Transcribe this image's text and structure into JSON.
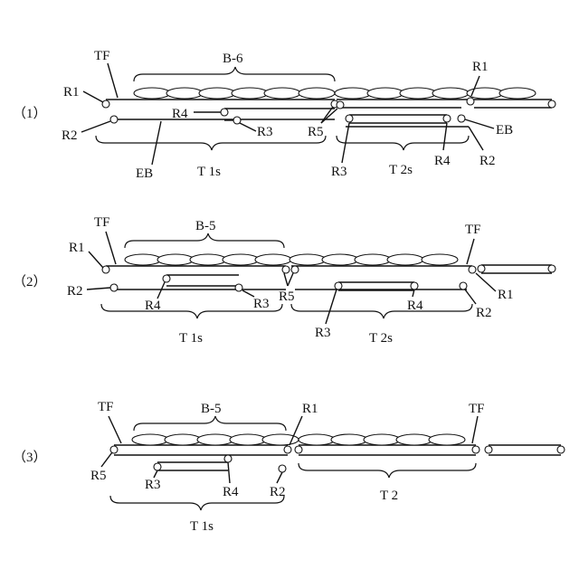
{
  "diagrams": [
    {
      "index": "（1）",
      "labels": {
        "tf": "TF",
        "bundle": "B-6",
        "r1_left": "R1",
        "r2_left": "R2",
        "r4_left": "R4",
        "r3_left": "R3",
        "r5": "R5",
        "eb_left": "EB",
        "t1": "T 1s",
        "r1_right": "R1",
        "eb_right": "EB",
        "r3_right": "R3",
        "t2": "T 2s",
        "r4_right": "R4",
        "r2_right": "R2"
      }
    },
    {
      "index": "（2）",
      "labels": {
        "tf_left": "TF",
        "bundle": "B-5",
        "r1_left": "R1",
        "r2_left": "R2",
        "r4_left": "R4",
        "r3_left": "R3",
        "r5": "R5",
        "t1": "T 1s",
        "tf_right": "TF",
        "r1_right": "R1",
        "r3_right": "R3",
        "r4_right": "R4",
        "r2_right": "R2",
        "t2": "T 2s"
      }
    },
    {
      "index": "（3）",
      "labels": {
        "tf_left": "TF",
        "bundle": "B-5",
        "r1": "R1",
        "r5": "R5",
        "r3": "R3",
        "r4": "R4",
        "r2": "R2",
        "t1": "T 1s",
        "tf_right": "TF",
        "t2": "T 2"
      }
    }
  ]
}
